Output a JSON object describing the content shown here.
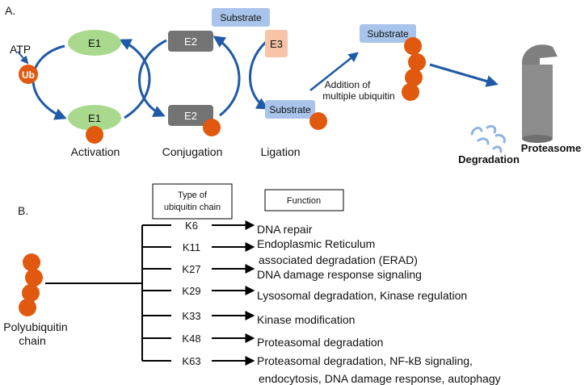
{
  "panel_a": {
    "label": "A.",
    "atp": "ATP",
    "ub": "Ub",
    "e1": "E1",
    "e2": "E2",
    "e3": "E3",
    "substrate": "Substrate",
    "addition_line1": "Addition of",
    "addition_line2": "multiple ubiquitin",
    "activation": "Activation",
    "conjugation": "Conjugation",
    "ligation": "Ligation",
    "degradation": "Degradation",
    "proteasome": "Proteasome"
  },
  "panel_b": {
    "label": "B.",
    "type_header_line1": "Type of",
    "type_header_line2": "ubiquitin chain",
    "function_header": "Function",
    "poly_line1": "Polyubiquitin",
    "poly_line2": "chain",
    "chains": [
      {
        "type": "K6",
        "function": [
          "DNA repair"
        ]
      },
      {
        "type": "K11",
        "function": [
          "Endoplasmic Reticulum",
          "associated degradation (ERAD)"
        ]
      },
      {
        "type": "K27",
        "function": [
          "DNA damage response signaling"
        ]
      },
      {
        "type": "K29",
        "function": [
          "Lysosomal degradation, Kinase regulation"
        ]
      },
      {
        "type": "K33",
        "function": [
          "Kinase modification"
        ]
      },
      {
        "type": "K48",
        "function": [
          "Proteasomal degradation"
        ]
      },
      {
        "type": "K63",
        "function": [
          "Proteasomal degradation, NF-kB signaling,",
          "endocytosis, DNA damage response, autophagy"
        ]
      }
    ]
  },
  "colors": {
    "arrow_blue": "#1f5aa6",
    "e1_green": "#a8d98c",
    "e2_gray": "#737373",
    "e3_peach": "#f7c4a8",
    "substrate_blue": "#a9c4ea",
    "ubiquitin_orange": "#e0590e",
    "proteasome_gray": "#8c8c8c",
    "fragment_blue": "#8fb3e3"
  }
}
